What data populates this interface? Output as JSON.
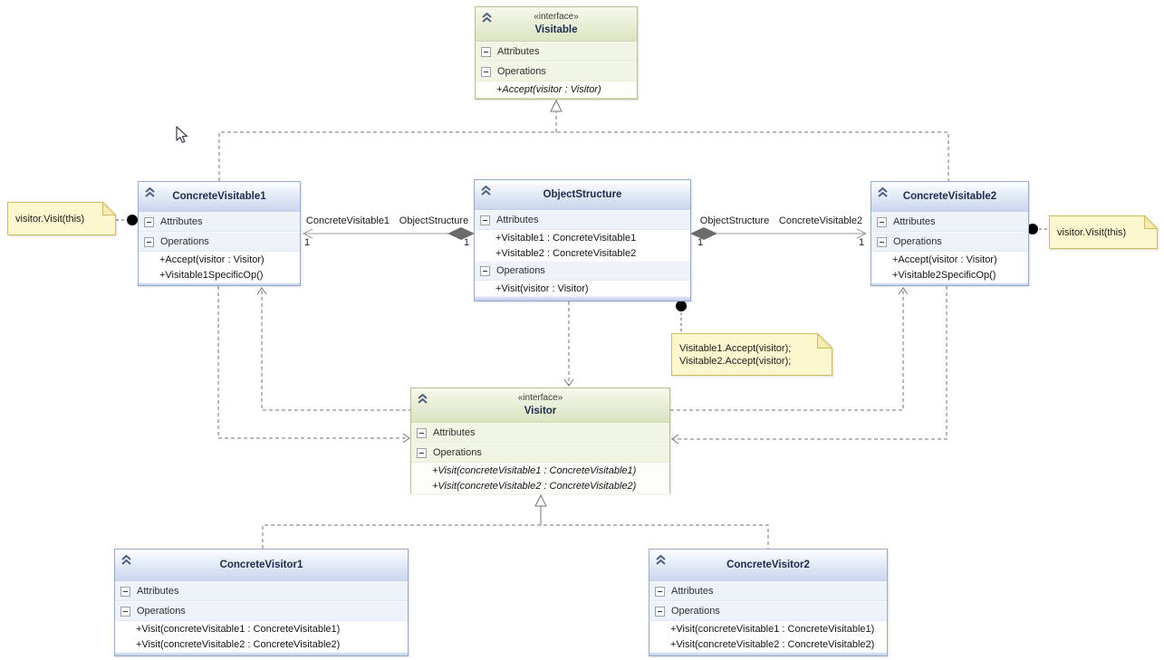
{
  "classes": {
    "visitable": {
      "stereotype": "«interface»",
      "name": "Visitable",
      "attributes_label": "Attributes",
      "operations_label": "Operations",
      "attributes": [],
      "operations": [
        "+Accept(visitor : Visitor)"
      ]
    },
    "concreteVisitable1": {
      "name": "ConcreteVisitable1",
      "attributes_label": "Attributes",
      "operations_label": "Operations",
      "attributes": [],
      "operations": [
        "+Accept(visitor : Visitor)",
        "+Visitable1SpecificOp()"
      ]
    },
    "objectStructure": {
      "name": "ObjectStructure",
      "attributes_label": "Attributes",
      "operations_label": "Operations",
      "attributes": [
        "+Visitable1 : ConcreteVisitable1",
        "+Visitable2 : ConcreteVisitable2"
      ],
      "operations": [
        "+Visit(visitor : Visitor)"
      ]
    },
    "concreteVisitable2": {
      "name": "ConcreteVisitable2",
      "attributes_label": "Attributes",
      "operations_label": "Operations",
      "attributes": [],
      "operations": [
        "+Accept(visitor : Visitor)",
        "+Visitable2SpecificOp()"
      ]
    },
    "visitor": {
      "stereotype": "«interface»",
      "name": "Visitor",
      "attributes_label": "Attributes",
      "operations_label": "Operations",
      "attributes": [],
      "operations": [
        "+Visit(concreteVisitable1 : ConcreteVisitable1)",
        "+Visit(concreteVisitable2 : ConcreteVisitable2)"
      ]
    },
    "concreteVisitor1": {
      "name": "ConcreteVisitor1",
      "attributes_label": "Attributes",
      "operations_label": "Operations",
      "attributes": [],
      "operations": [
        "+Visit(concreteVisitable1 : ConcreteVisitable1)",
        "+Visit(concreteVisitable2 : ConcreteVisitable2)"
      ]
    },
    "concreteVisitor2": {
      "name": "ConcreteVisitor2",
      "attributes_label": "Attributes",
      "operations_label": "Operations",
      "attributes": [],
      "operations": [
        "+Visit(concreteVisitable1 : ConcreteVisitable1)",
        "+Visit(concreteVisitable2 : ConcreteVisitable2)"
      ]
    }
  },
  "notes": {
    "left": {
      "text": "visitor.Visit(this)"
    },
    "right": {
      "text": "visitor.Visit(this)"
    },
    "middle": {
      "line1": "Visitable1.Accept(visitor);",
      "line2": "Visitable2.Accept(visitor);"
    }
  },
  "associations": {
    "left": {
      "role_left": "ConcreteVisitable1",
      "role_right": "ObjectStructure",
      "multiplicity_left": "1",
      "multiplicity_right": "1"
    },
    "right": {
      "role_left": "ObjectStructure",
      "role_right": "ConcreteVisitable2",
      "multiplicity_left": "1",
      "multiplicity_right": "1"
    }
  },
  "colors": {
    "class_header": "#c9d6ee",
    "class_border": "#95aacd",
    "interface_header": "#dae4c2",
    "interface_border": "#b6bf90",
    "note_background": "#fcf7ce",
    "note_border": "#d2bc5a",
    "connector": "#757575",
    "association_line": "#9b9b9b",
    "diamond": "#6b6b6b"
  }
}
